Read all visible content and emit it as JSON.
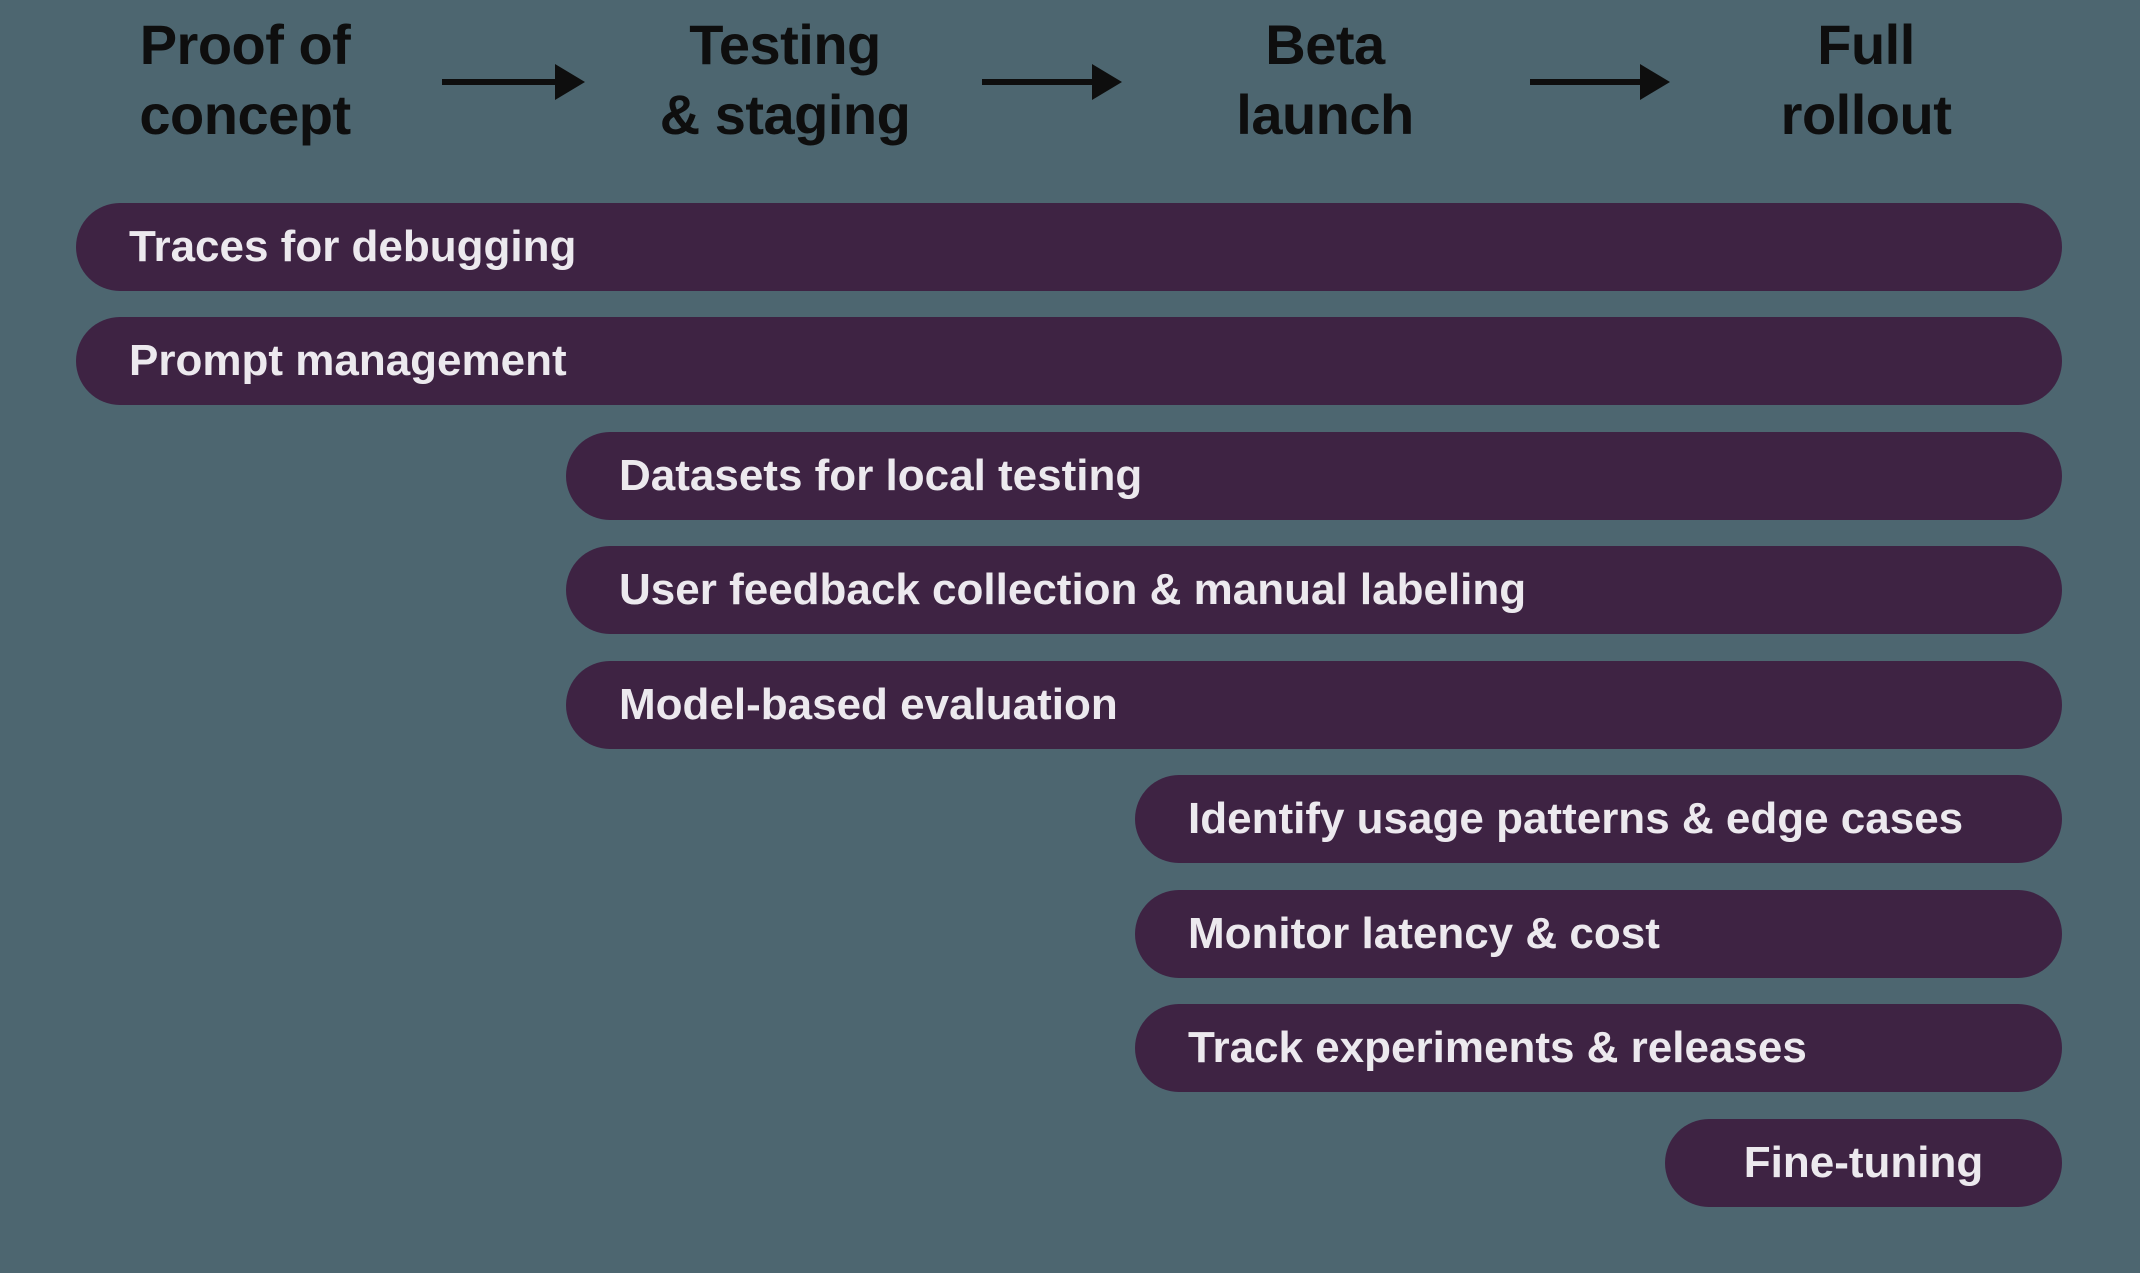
{
  "stages": [
    {
      "label": "Proof of\nconcept"
    },
    {
      "label": "Testing\n& staging"
    },
    {
      "label": "Beta\nlaunch"
    },
    {
      "label": "Full\nrollout"
    }
  ],
  "icons": {
    "stage_arrow": "arrow-right"
  },
  "bars": [
    {
      "label": "Traces for debugging"
    },
    {
      "label": "Prompt management"
    },
    {
      "label": "Datasets for local testing"
    },
    {
      "label": "User feedback collection & manual labeling"
    },
    {
      "label": "Model-based evaluation"
    },
    {
      "label": "Identify usage patterns & edge cases"
    },
    {
      "label": "Monitor latency & cost"
    },
    {
      "label": "Track experiments & releases"
    },
    {
      "label": "Fine-tuning"
    }
  ],
  "colors": {
    "background": "#4d6670",
    "bar_fill": "#3e2343",
    "bar_text": "#ece9ee",
    "stage_text": "#0e0e0e",
    "arrow": "#0e0e0e"
  }
}
